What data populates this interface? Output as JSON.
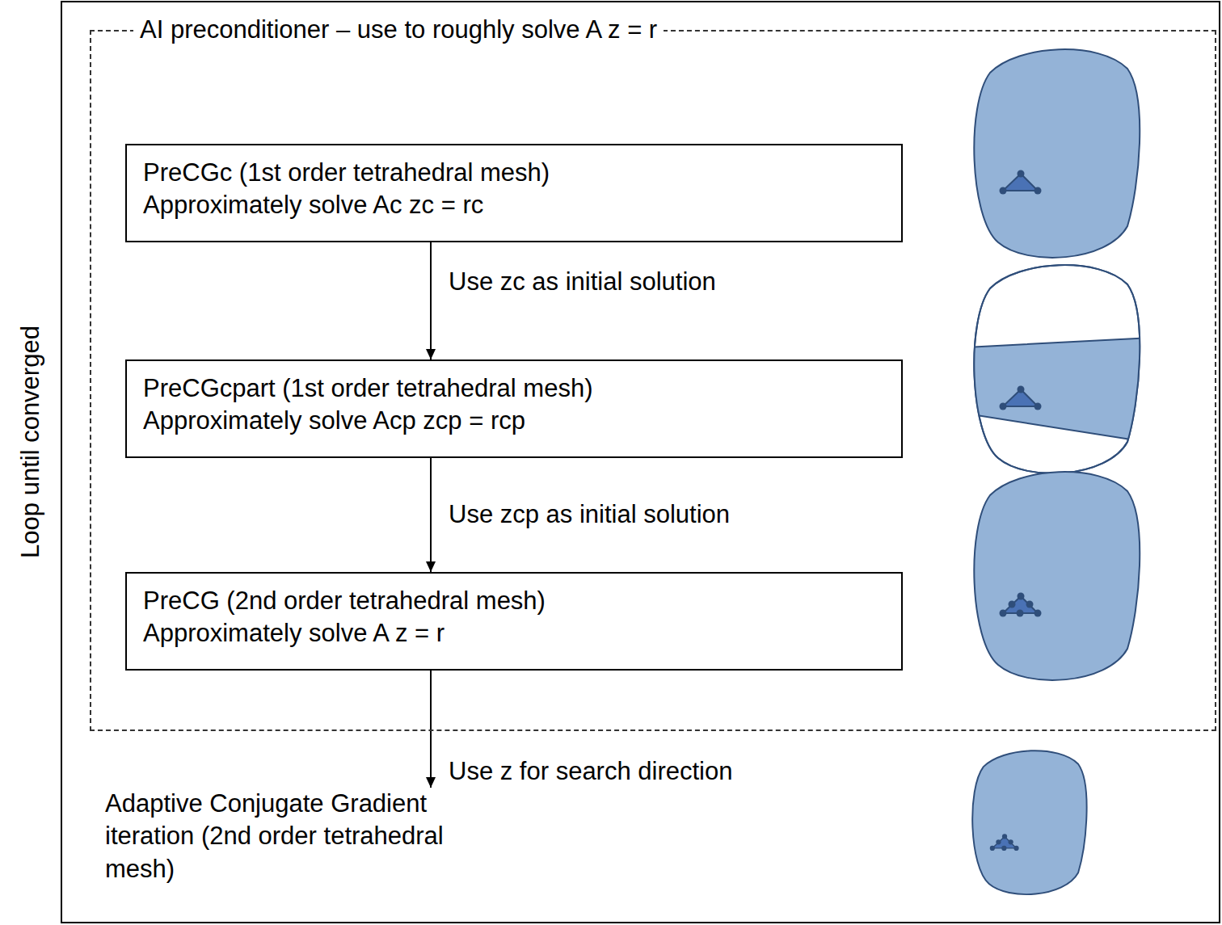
{
  "diagram": {
    "nodes": [
      {
        "text": [
          "Loop until converged"
        ]
      },
      {
        "text": [
          "AI preconditioner – use to roughly solve A z = r"
        ],
        "in": 0
      },
      {
        "text": [
          "PreCGc (1st order tetrahedral mesh)",
          "Approximately solve Ac zc = rc"
        ],
        "in": 1
      },
      {
        "text": [
          "PreCGcpart (1st order tetrahedral mesh)",
          "Approximately solve Acp zcp = rcp"
        ],
        "in": 1
      },
      {
        "text": [
          "PreCG (2nd order tetrahedral mesh)",
          "Approximately solve A z = r"
        ],
        "in": 1
      },
      {
        "text": [
          "Adaptive Conjugate Gradient iteration (2nd order tetrahedral mesh)"
        ],
        "in": 0
      }
    ],
    "edges": [
      {
        "from": 2,
        "to": 3,
        "label": "Use zc as initial solution",
        "arrow": "to"
      },
      {
        "from": 3,
        "to": 4,
        "label": "Use zcp as initial solution",
        "arrow": "to"
      },
      {
        "from": 4,
        "to": 5,
        "label": "Use z for search direction",
        "arrow": "to"
      }
    ]
  }
}
